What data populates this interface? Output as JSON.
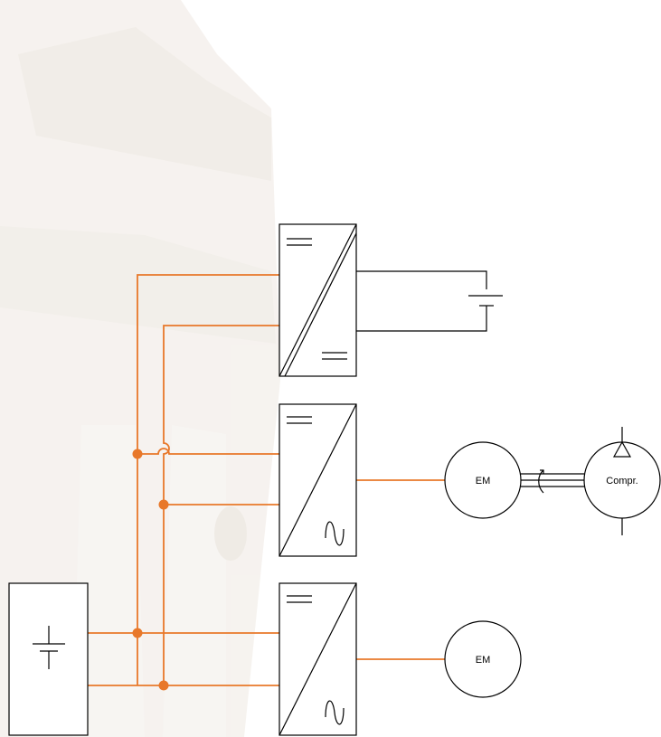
{
  "colors": {
    "bus": "#E8782A",
    "outline": "#000000",
    "background": "#ffffff",
    "watermark": "#d9d0c6"
  },
  "diagram": {
    "converters": [
      {
        "id": "dcdc",
        "type": "dc-dc",
        "input_symbol": "equals-icon",
        "output_symbol": "equals-icon"
      },
      {
        "id": "inverter-1",
        "type": "dc-ac",
        "input_symbol": "equals-icon",
        "output_symbol": "sine-icon"
      },
      {
        "id": "inverter-2",
        "type": "dc-ac",
        "input_symbol": "equals-icon",
        "output_symbol": "sine-icon"
      }
    ],
    "machines": {
      "motor_1": "EM",
      "compressor": "Compr.",
      "motor_2": "EM"
    },
    "storage": [
      {
        "id": "main-battery",
        "symbol": "battery-icon"
      },
      {
        "id": "aux-battery",
        "symbol": "battery-icon"
      }
    ]
  }
}
